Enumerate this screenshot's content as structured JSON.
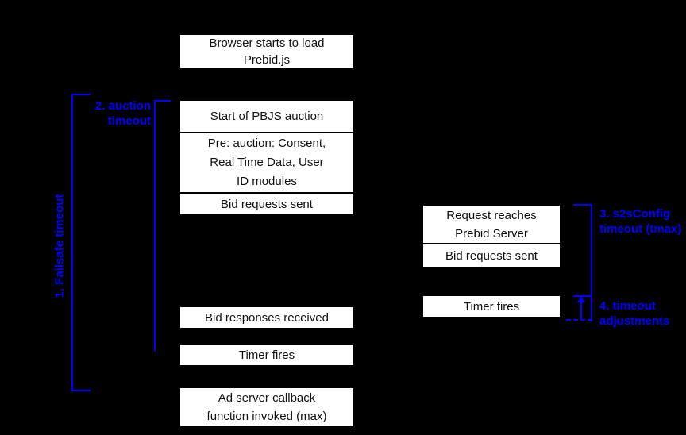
{
  "diagram": {
    "title_semantic": "Prebid.js timeout sequence diagram",
    "colors": {
      "background": "#000000",
      "box_fill": "#ffffff",
      "box_text": "#111111",
      "accent_blue": "#0000ff"
    },
    "boxes": {
      "browser_load": "Browser starts to load\nPrebid.js",
      "start_auction": "Start of PBJS auction",
      "pre_auction": "Pre: auction: Consent,\nReal Time Data, User\nID modules",
      "bid_requests_sent_left": "Bid requests sent",
      "bid_responses_received": "Bid responses received",
      "timer_fires_left": "Timer fires",
      "ad_server_callback": "Ad server callback\nfunction invoked (max)",
      "request_reaches_server": "Request reaches\nPrebid Server",
      "bid_requests_sent_right": "Bid requests sent",
      "timer_fires_right": "Timer fires"
    },
    "labels": {
      "failsafe_timeout": "1. Failsafe timeout",
      "auction_timeout": "2. auction\ntimeout",
      "s2s_timeout": "3. s2sConfig\ntimeout (tmax)",
      "timeout_adjustments": "4. timeout\nadjustments"
    }
  }
}
